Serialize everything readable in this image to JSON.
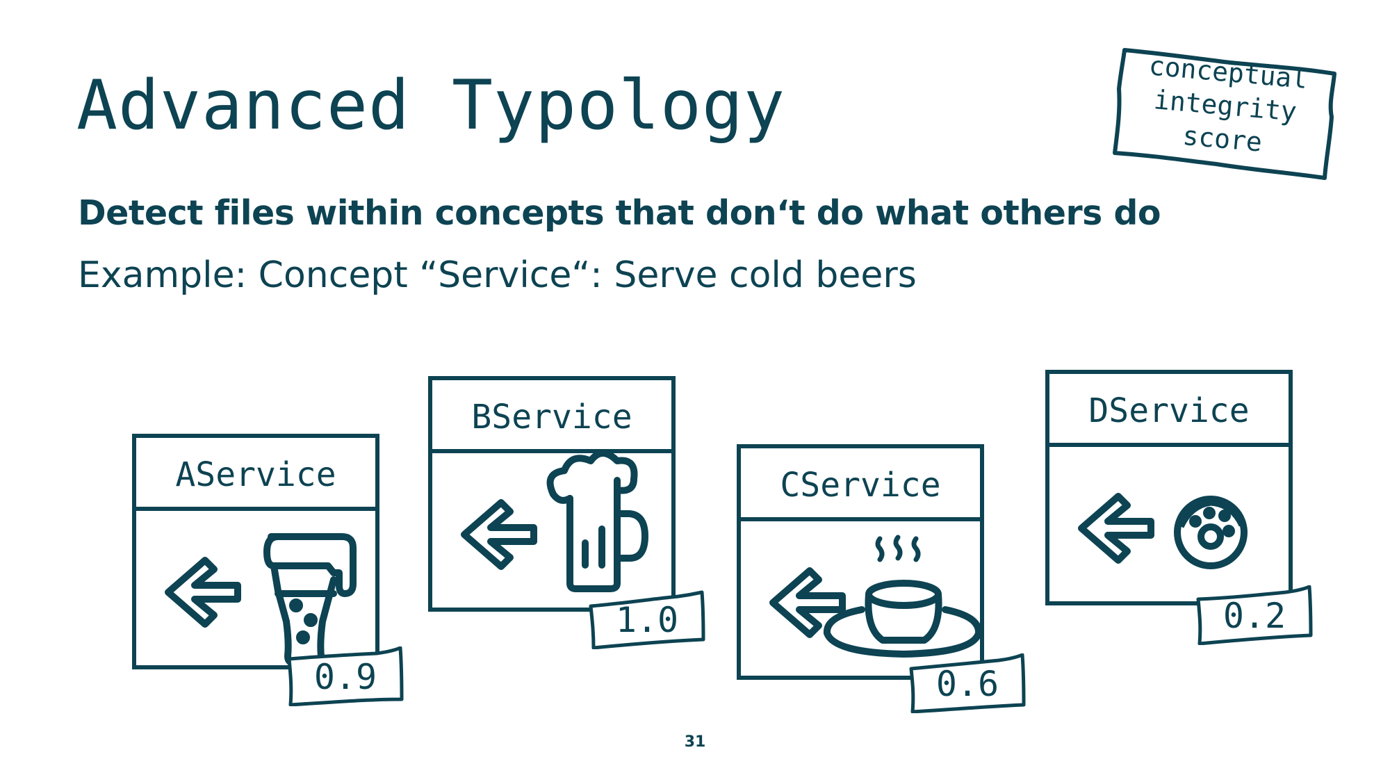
{
  "slide": {
    "title": "Advanced Typology",
    "subtitle": "Detect files within concepts that don‘t do what others do",
    "example": "Example: Concept “Service“: Serve cold beers",
    "page_number": "31"
  },
  "stamp": {
    "lines": [
      "conceptual",
      "integrity",
      "score"
    ]
  },
  "services": [
    {
      "name": "AService",
      "icon": "beer-glass-icon",
      "score": "0.9"
    },
    {
      "name": "BService",
      "icon": "beer-mug-icon",
      "score": "1.0"
    },
    {
      "name": "CService",
      "icon": "hot-coffee-icon",
      "score": "0.6"
    },
    {
      "name": "DService",
      "icon": "donut-icon",
      "score": "0.2"
    }
  ],
  "colors": {
    "primary": "#0d4352",
    "background": "#ffffff"
  }
}
